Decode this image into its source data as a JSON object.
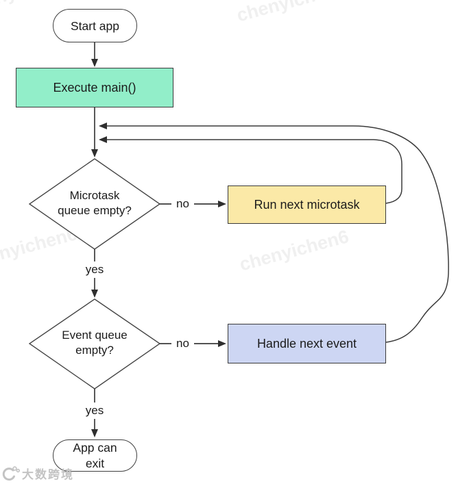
{
  "flowchart": {
    "nodes": {
      "start": {
        "label": "Start app",
        "type": "terminator"
      },
      "execute_main": {
        "label": "Execute main()",
        "type": "process",
        "fill": "#92eec9"
      },
      "microtask_check": {
        "label": "Microtask\nqueue empty?",
        "type": "decision"
      },
      "run_microtask": {
        "label": "Run next microtask",
        "type": "process",
        "fill": "#fbe9a7"
      },
      "event_check": {
        "label": "Event queue\nempty?",
        "type": "decision"
      },
      "handle_event": {
        "label": "Handle next event",
        "type": "process",
        "fill": "#cdd6f3"
      },
      "app_exit": {
        "label": "App can\nexit",
        "type": "terminator"
      }
    },
    "edge_labels": {
      "microtask_no": "no",
      "microtask_yes": "yes",
      "event_no": "no",
      "event_yes": "yes"
    },
    "colors": {
      "process_green": "#92eec9",
      "process_yellow": "#fbe9a7",
      "process_blue": "#cdd6f3",
      "line_stroke": "#3a3a3a",
      "text": "#1b1b1b"
    }
  },
  "watermarks": {
    "repeated_text": "chenyichen6",
    "logo_text": "大数跨境"
  }
}
